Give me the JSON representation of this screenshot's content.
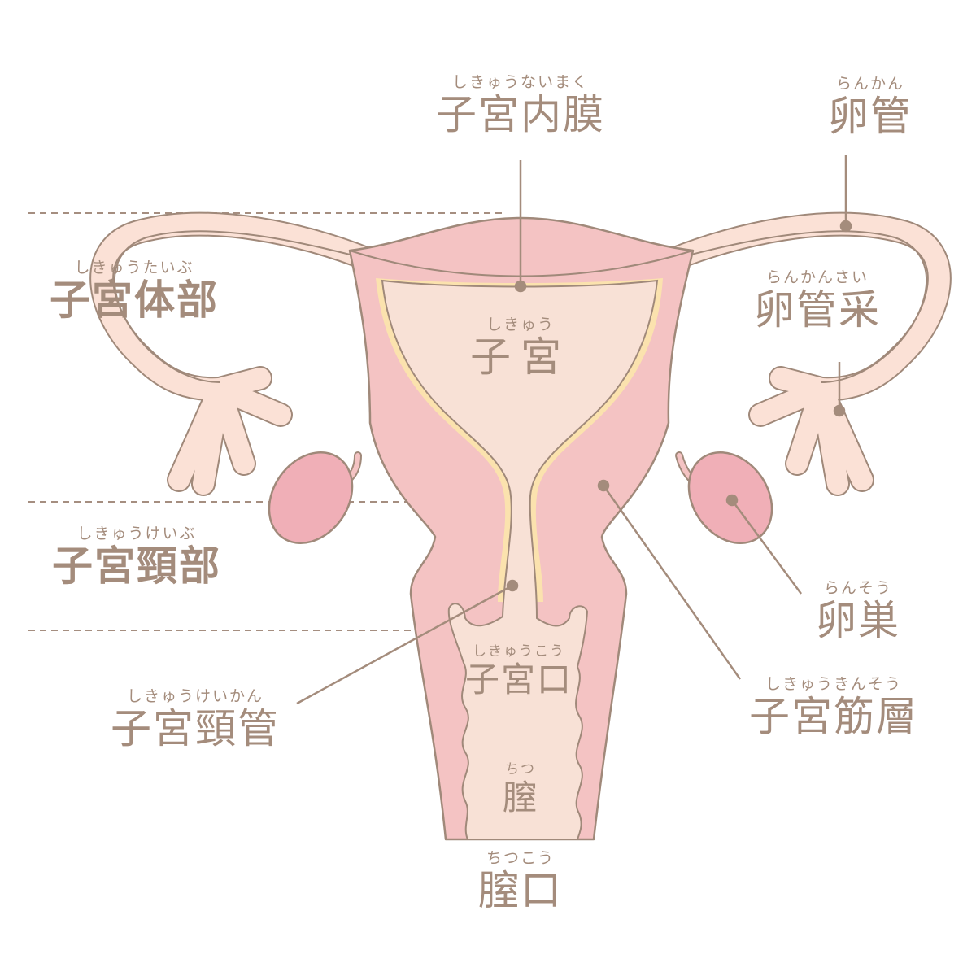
{
  "colors": {
    "outline": "#a0897a",
    "muscle": "#f4c3c3",
    "cavity": "#f8e1d6",
    "endometrium": "#fbe2ae",
    "ovary": "#f0afb7",
    "tube": "#fbe1d6",
    "text": "#a48c7c"
  },
  "labels": {
    "endometrium": {
      "ruby": "しきゅうないまく",
      "text": "子宮内膜"
    },
    "fallopian_tube": {
      "ruby": "らんかん",
      "text": "卵管"
    },
    "uterine_body": {
      "ruby": "しきゅうたいぶ",
      "text": "子宮体部"
    },
    "fimbriae": {
      "ruby": "らんかんさい",
      "text": "卵管采"
    },
    "uterus": {
      "ruby": "しきゅう",
      "text": "子宮"
    },
    "cervix": {
      "ruby": "しきゅうけいぶ",
      "text": "子宮頸部"
    },
    "ovary": {
      "ruby": "らんそう",
      "text": "卵巣"
    },
    "external_os": {
      "ruby": "しきゅうこう",
      "text": "子宮口"
    },
    "cervical_canal": {
      "ruby": "しきゅうけいかん",
      "text": "子宮頸管"
    },
    "myometrium": {
      "ruby": "しきゅうきんそう",
      "text": "子宮筋層"
    },
    "vagina": {
      "ruby": "ちつ",
      "text": "膣"
    },
    "vaginal_opening": {
      "ruby": "ちつこう",
      "text": "膣口"
    }
  }
}
